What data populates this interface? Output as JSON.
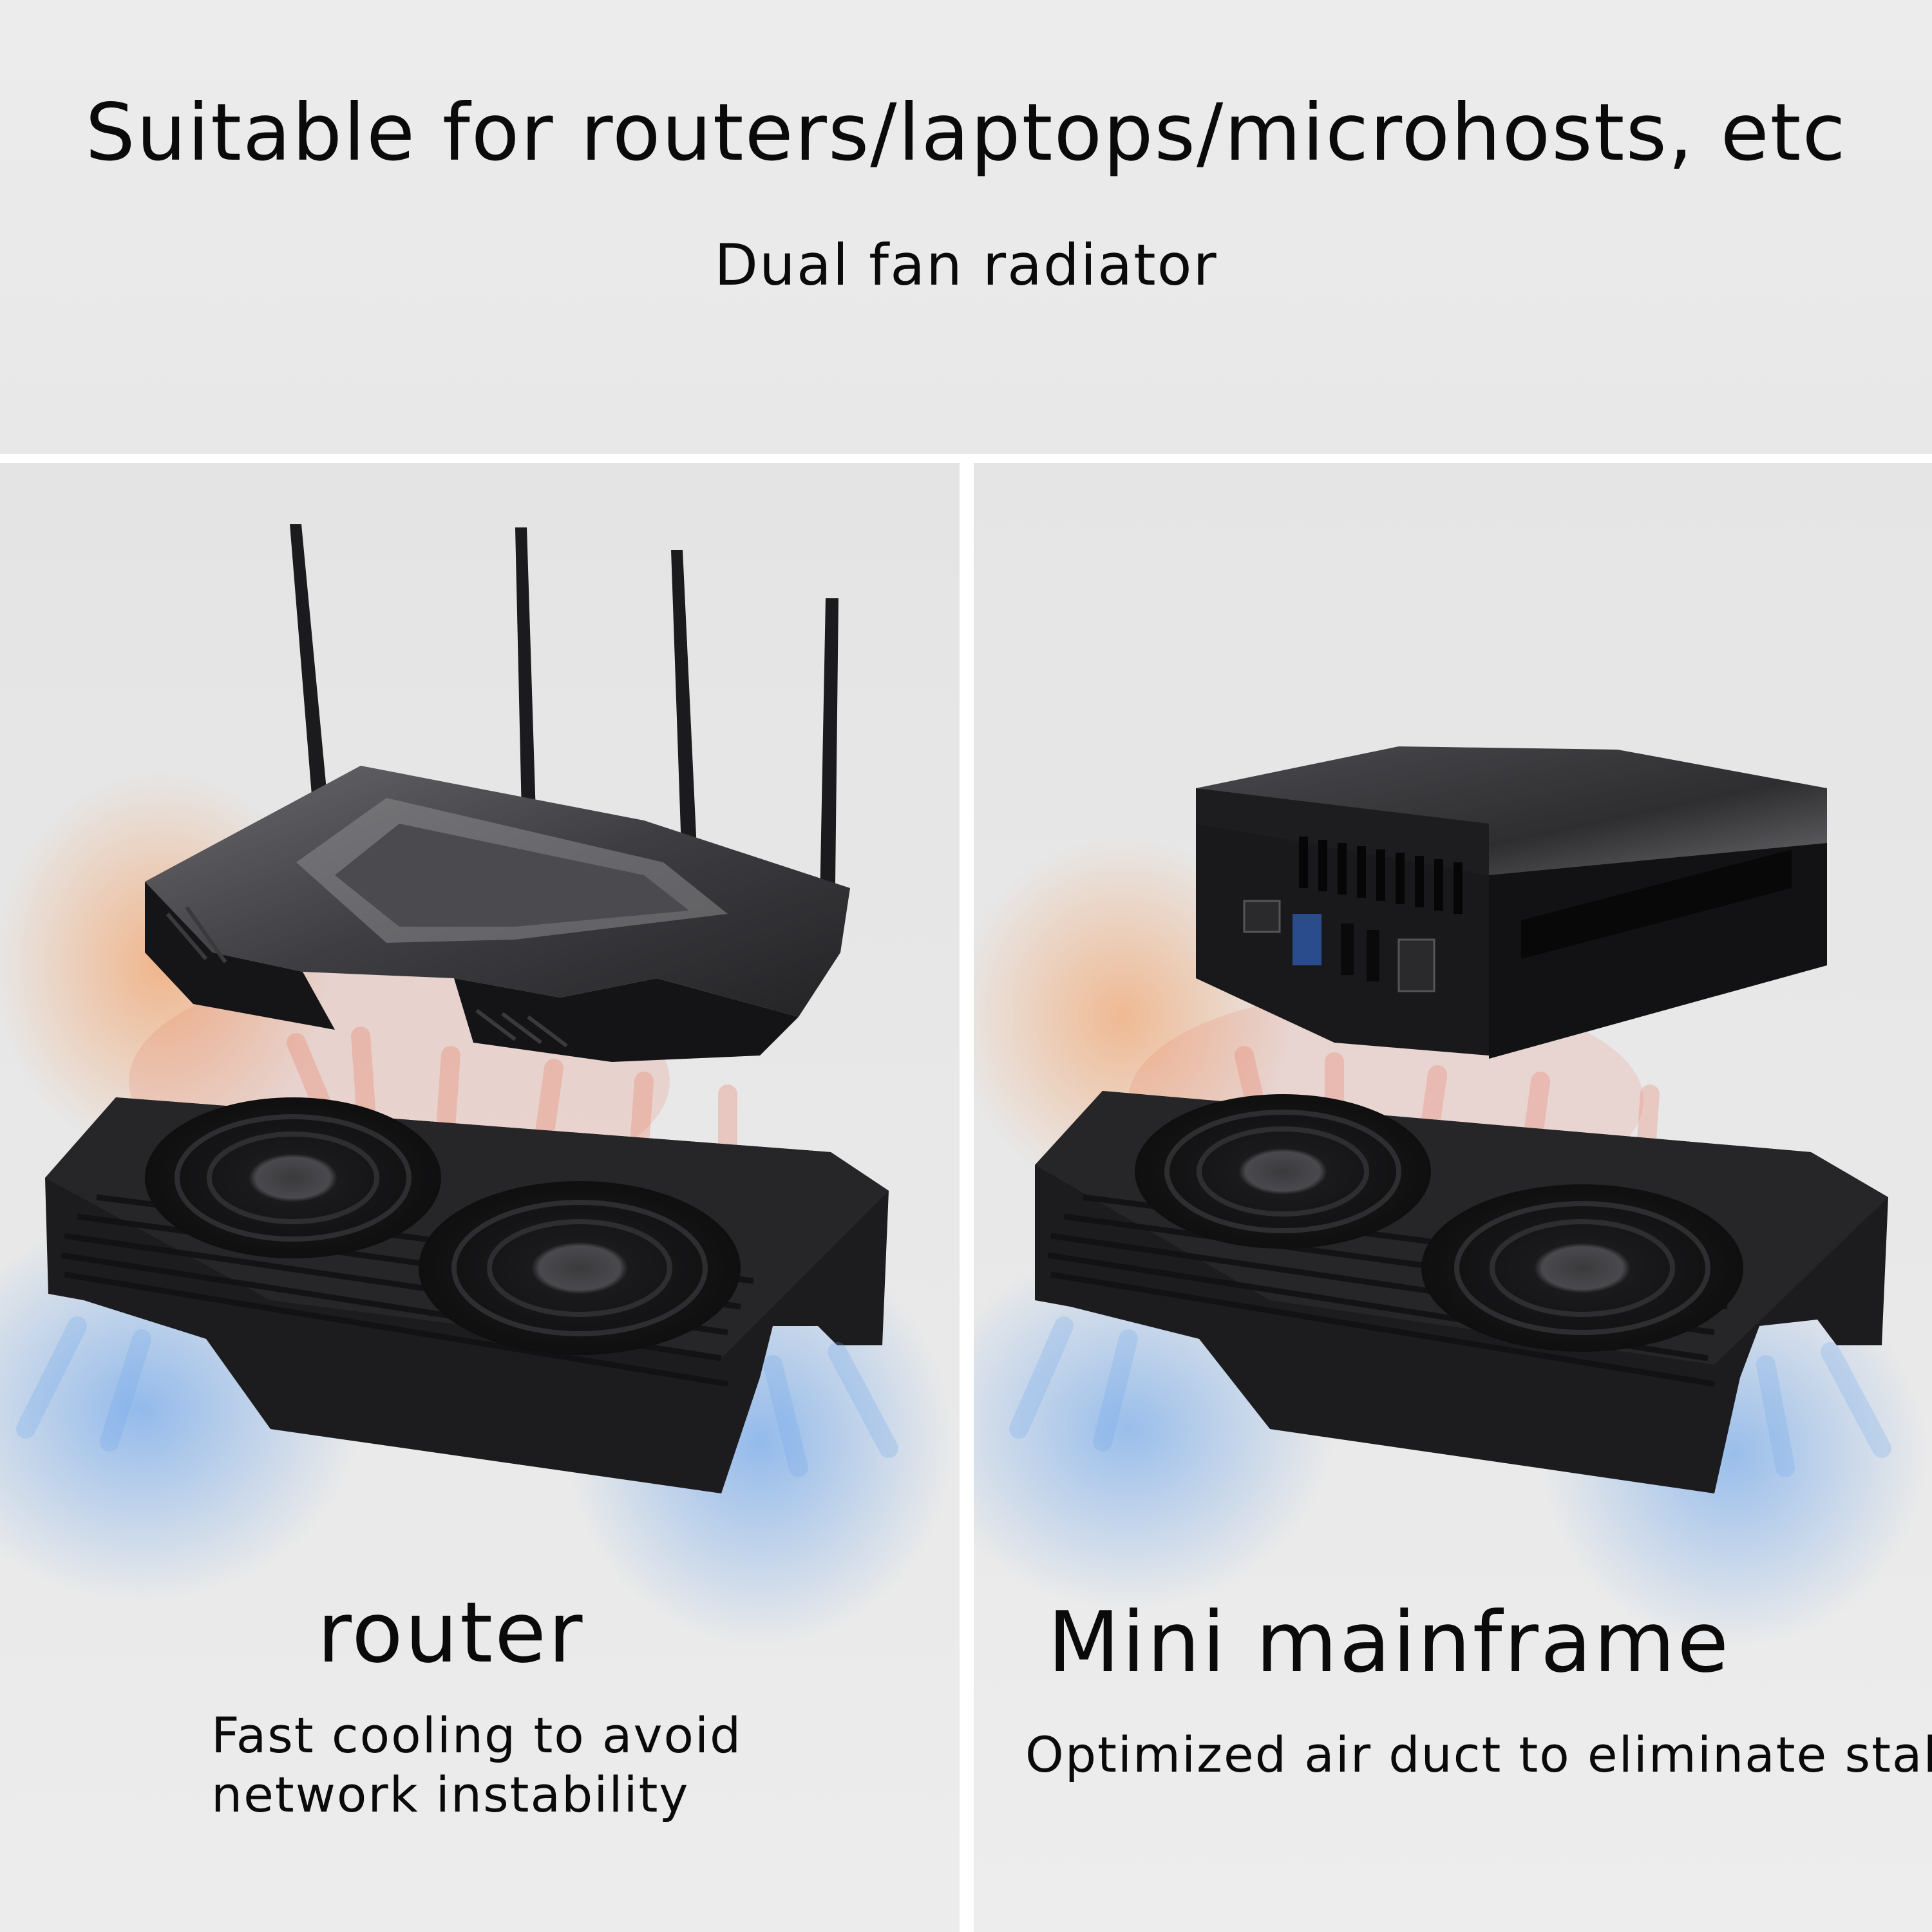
{
  "header": {
    "title": "Suitable for routers/laptops/microhosts, etc",
    "subtitle": "Dual fan radiator"
  },
  "left_panel": {
    "heading": "router",
    "description_line1": "Fast cooling to avoid",
    "description_line2": "network instability"
  },
  "right_panel": {
    "heading": "Mini mainframe",
    "description": "Optimized air duct to eliminate stall"
  },
  "colors": {
    "background": "#e6e6e6",
    "divider": "#ffffff",
    "device_dark": "#1c1c1e",
    "warm_airflow": "#e8735a",
    "cool_airflow": "#6ea6ec"
  },
  "icons": {
    "left_device": "router-icon",
    "right_device": "mini-pc-icon",
    "cooler": "dual-fan-cooler-icon"
  }
}
